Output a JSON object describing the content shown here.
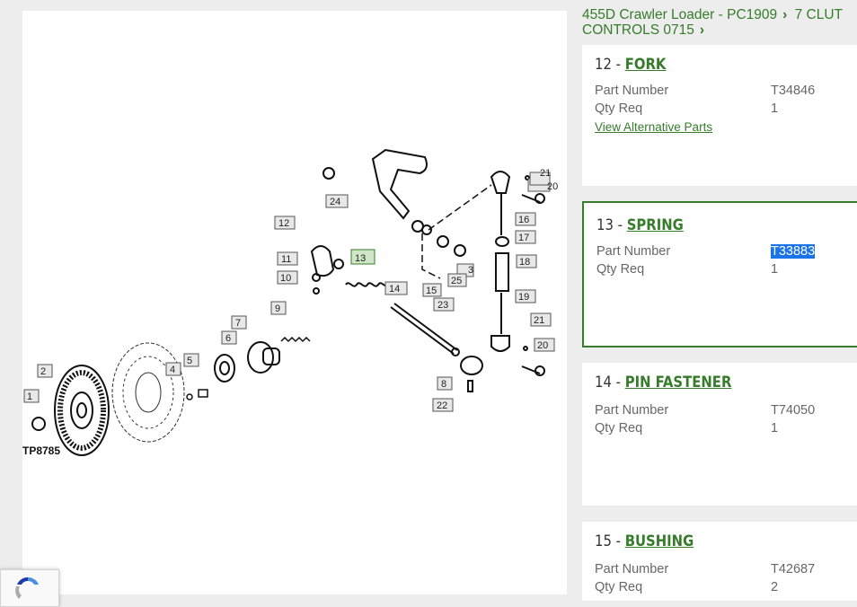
{
  "breadcrumb": {
    "line1_a": "455D Crawler Loader - PC1909",
    "line1_b": "7 CLUT",
    "line2": "CONTROLS 0715"
  },
  "diagram": {
    "figure_code": "TP8785",
    "callouts": [
      "1",
      "2",
      "3",
      "4",
      "5",
      "6",
      "7",
      "8",
      "9",
      "10",
      "11",
      "12",
      "13",
      "14",
      "15",
      "16",
      "17",
      "18",
      "19",
      "20",
      "21",
      "22",
      "23",
      "24",
      "25",
      "20",
      "21"
    ],
    "selected_callout": "13"
  },
  "parts": [
    {
      "number": "12",
      "name": "FORK",
      "part_label": "Part Number",
      "part_number": "T34846",
      "qty_label": "Qty Req",
      "qty": "1",
      "alt_link": "View Alternative Parts"
    },
    {
      "number": "13",
      "name": "SPRING",
      "part_label": "Part Number",
      "part_number": "T33883",
      "qty_label": "Qty Req",
      "qty": "1"
    },
    {
      "number": "14",
      "name": "PIN FASTENER",
      "part_label": "Part Number",
      "part_number": "T74050",
      "qty_label": "Qty Req",
      "qty": "1"
    },
    {
      "number": "15",
      "name": "BUSHING",
      "part_label": "Part Number",
      "part_number": "T42687",
      "qty_label": "Qty Req",
      "qty": "2"
    }
  ],
  "colors": {
    "accent": "#367c2b",
    "selection": "#1a73e8"
  }
}
